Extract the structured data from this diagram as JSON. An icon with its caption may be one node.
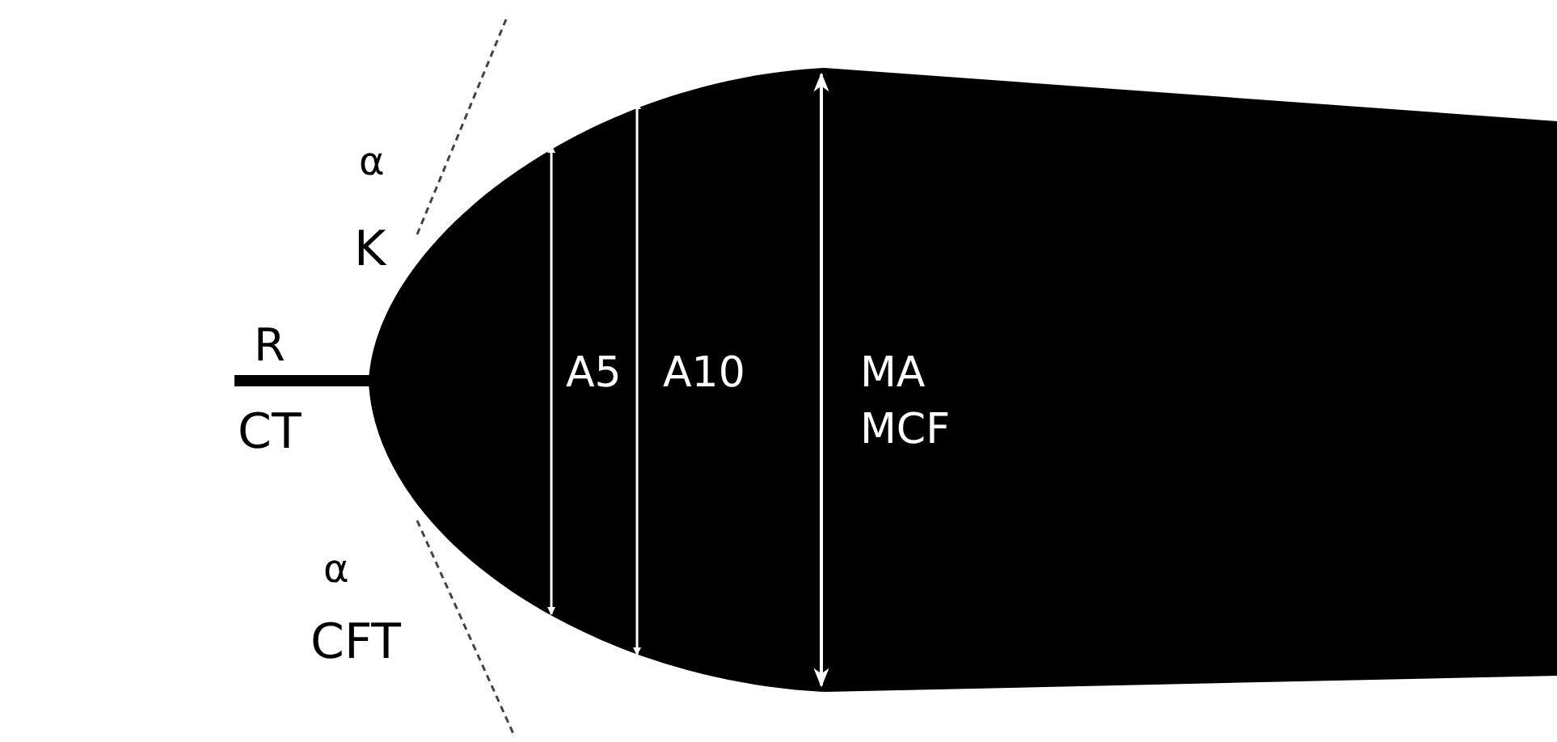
{
  "diagram": {
    "labels": [
      "α",
      "K",
      "R",
      "A5",
      "A10",
      "MA",
      "MCF",
      "CT",
      "α",
      "CFT"
    ]
  }
}
